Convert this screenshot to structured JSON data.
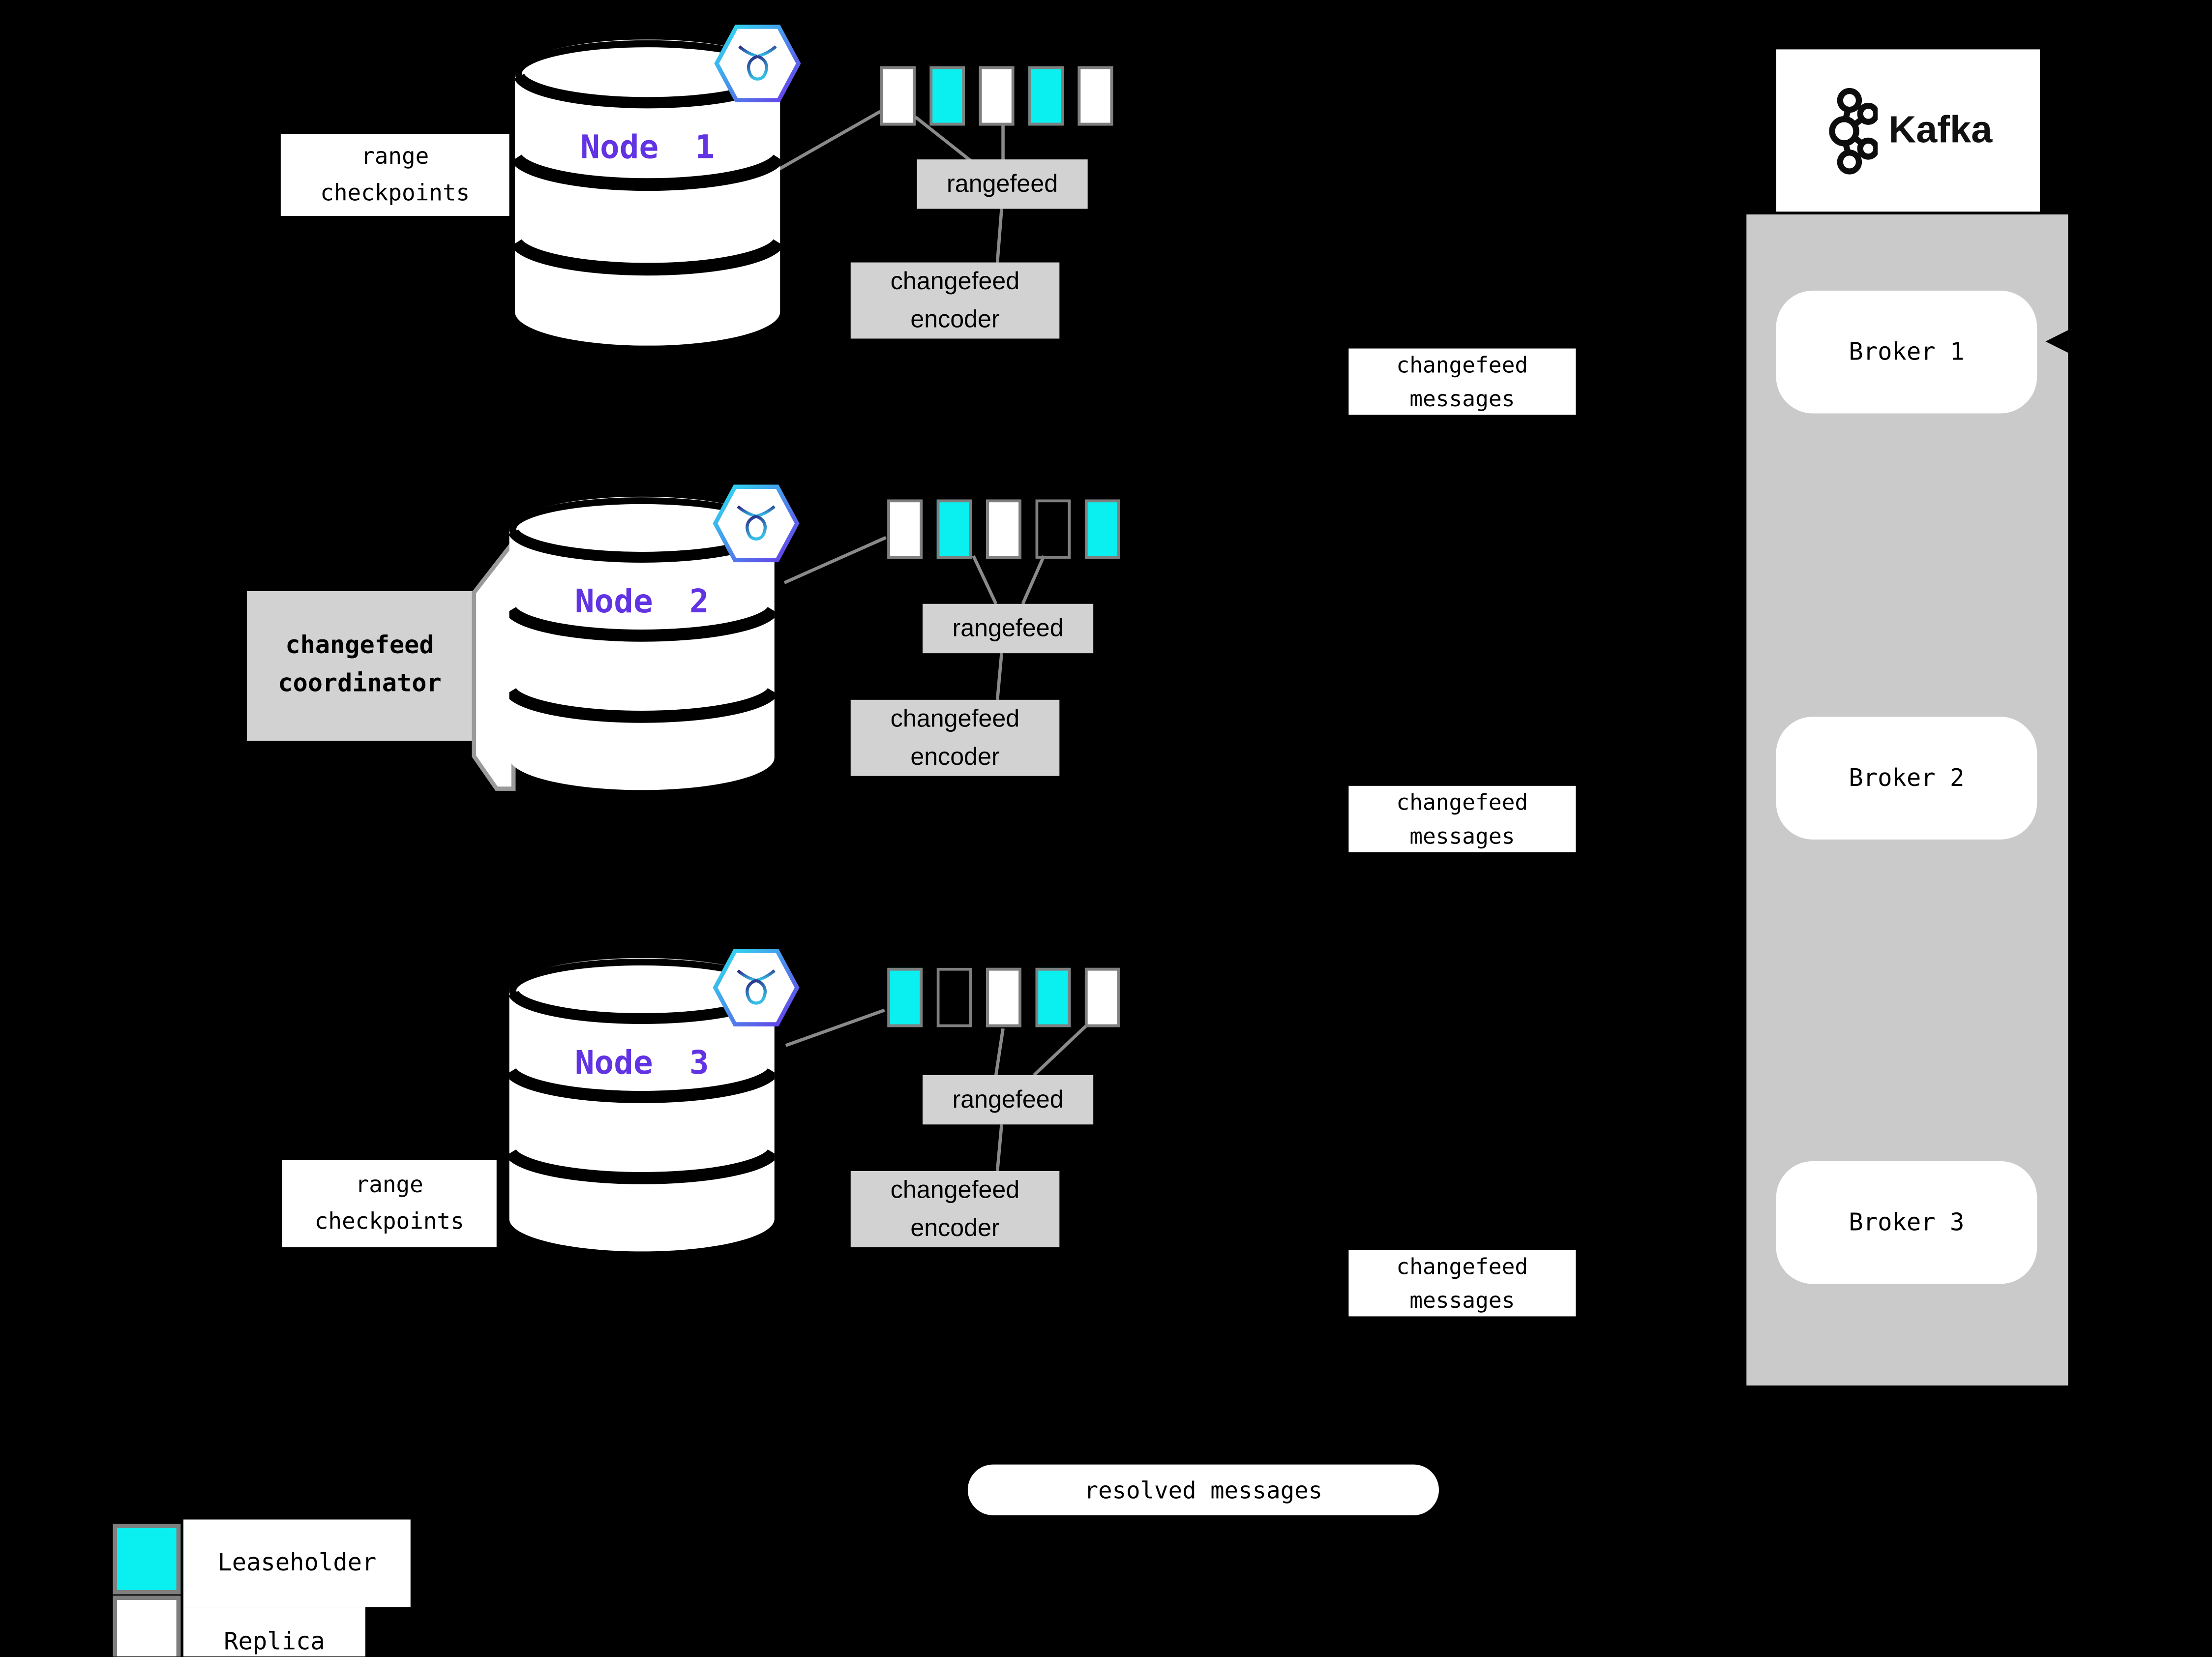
{
  "colors": {
    "background": "#000000",
    "leaseholder_fill": "#0AF0F0",
    "replica_fill": "#ffffff",
    "range_border": "#7f7f7f",
    "gray_box": "#d2d2d2",
    "kafka_panel": "#cacaca",
    "node_text": "#6133E3",
    "connector_line": "#8a8a8a",
    "hexagon_gradient_start": "#2BE5F0",
    "hexagon_gradient_end": "#6A35E8"
  },
  "labels": {
    "range_checkpoints": [
      "range",
      "checkpoints"
    ],
    "changefeed_coordinator": [
      "changefeed",
      "coordinator"
    ],
    "changefeed_messages": [
      "changefeed",
      "messages"
    ],
    "changefeed_encoder": [
      "changefeed",
      "encoder"
    ],
    "rangefeed": "rangefeed",
    "resolved_messages": "resolved messages"
  },
  "legend": {
    "leaseholder": "Leaseholder",
    "replica": "Replica"
  },
  "nodes": [
    {
      "name": "Node 1",
      "badge": "cockroachdb-logo",
      "ranges": [
        "replica",
        "leaseholder",
        "replica",
        "leaseholder",
        "replica"
      ]
    },
    {
      "name": "Node 2",
      "badge": "cockroachdb-logo",
      "ranges": [
        "replica",
        "leaseholder",
        "replica",
        "empty",
        "leaseholder"
      ]
    },
    {
      "name": "Node 3",
      "badge": "cockroachdb-logo",
      "ranges": [
        "leaseholder",
        "empty",
        "replica",
        "leaseholder",
        "replica"
      ]
    }
  ],
  "kafka": {
    "title": "Kafka",
    "brokers": [
      "Broker 1",
      "Broker 2",
      "Broker 3"
    ]
  }
}
